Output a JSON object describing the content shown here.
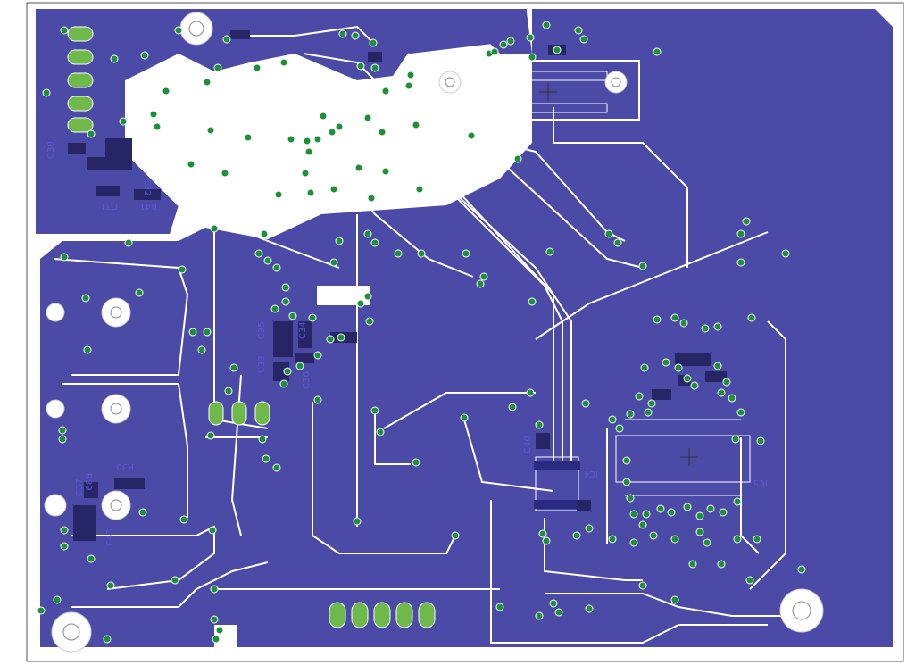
{
  "board": {
    "copper_color": "#4b4aa6",
    "trace_color": "#ffffff",
    "via_color": "#1e8f3a",
    "pad_color": "#6fb84a",
    "outline_color": "#555555"
  },
  "silkscreen_labels": {
    "c30": "C30",
    "c31": "C31",
    "c32": "C32",
    "r41": "R41",
    "c33": "C33",
    "c34": "C34",
    "c35": "C35",
    "c36": "C36",
    "c40": "C40",
    "ic4": "IC4",
    "ic5": "IC5",
    "c37": "C37",
    "c43": "C43",
    "r39": "R39",
    "r30": "R30"
  },
  "icons": {
    "mounting_hole": "mounting-hole-icon",
    "via": "via-icon",
    "connector_pad": "pad-icon"
  }
}
